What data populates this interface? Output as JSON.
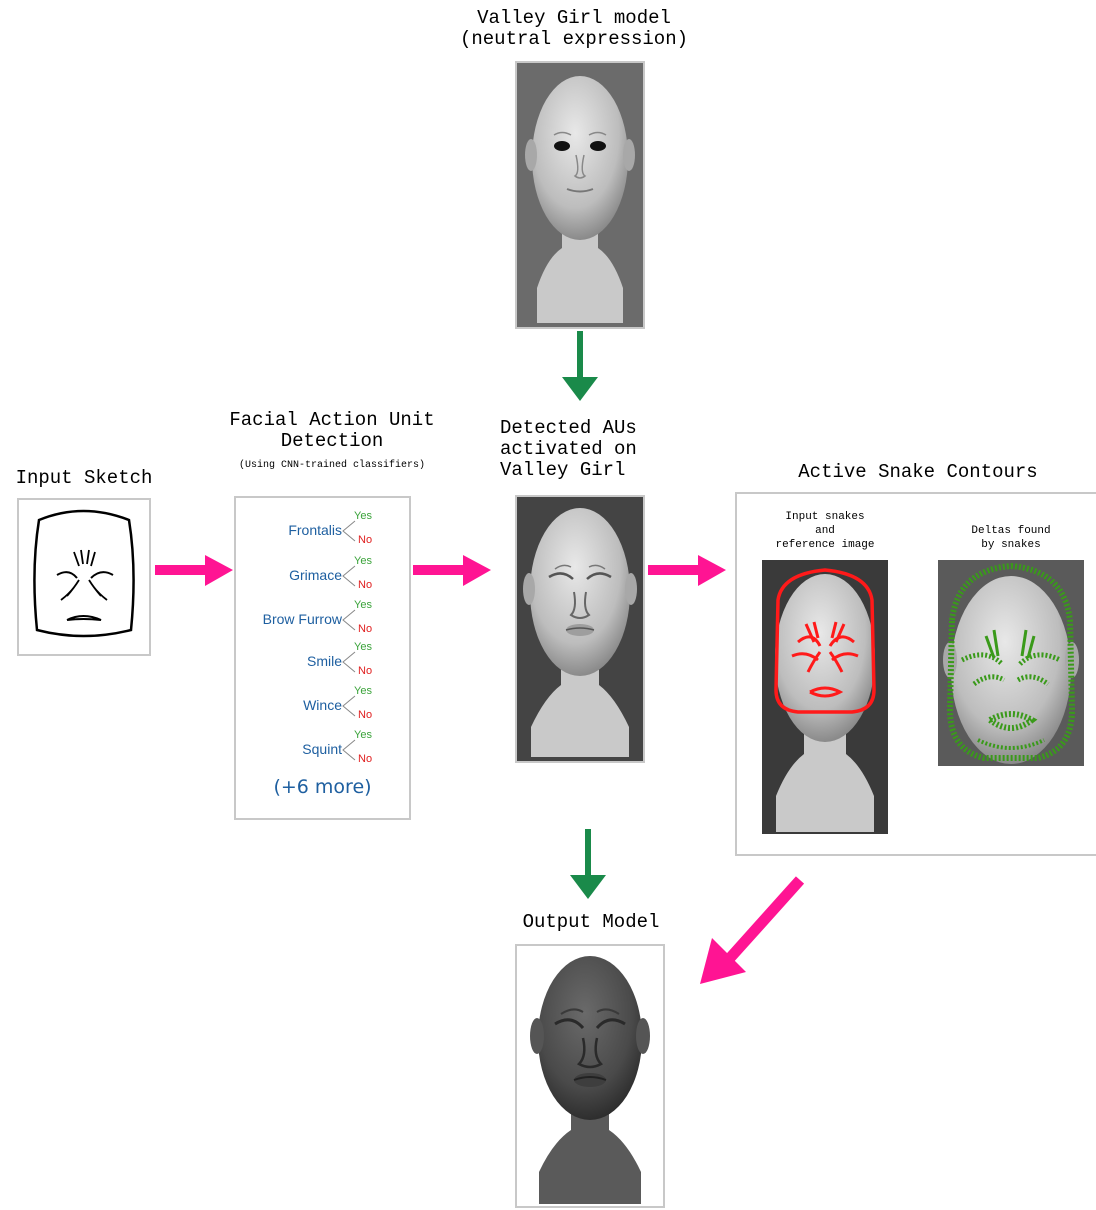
{
  "valley_girl": {
    "title_line1": "Valley Girl model",
    "title_line2": "(neutral expression)"
  },
  "input_sketch": {
    "title": "Input Sketch"
  },
  "fau": {
    "title_line1": "Facial Action Unit",
    "title_line2": "Detection",
    "subtitle": "(Using CNN-trained classifiers)",
    "units": [
      {
        "label": "Frontalis",
        "yes": "Yes",
        "no": "No"
      },
      {
        "label": "Grimace",
        "yes": "Yes",
        "no": "No"
      },
      {
        "label": "Brow Furrow",
        "yes": "Yes",
        "no": "No"
      },
      {
        "label": "Smile",
        "yes": "Yes",
        "no": "No"
      },
      {
        "label": "Wince",
        "yes": "Yes",
        "no": "No"
      },
      {
        "label": "Squint",
        "yes": "Yes",
        "no": "No"
      }
    ],
    "more": "(+6 more)"
  },
  "detected": {
    "title_line1": "Detected AUs",
    "title_line2": "activated on",
    "title_line3": "Valley Girl"
  },
  "snakes": {
    "title": "Active Snake Contours",
    "left_caption_1": "Input snakes",
    "left_caption_2": "and",
    "left_caption_3": "reference image",
    "right_caption_1": "Deltas found",
    "right_caption_2": "by snakes"
  },
  "output": {
    "title": "Output Model"
  },
  "colors": {
    "magenta_arrow": "#ff1493",
    "green_arrow": "#1a8a4a",
    "au_label": "#1e5fa0",
    "yes": "#3aa33a",
    "no": "#e02020"
  }
}
